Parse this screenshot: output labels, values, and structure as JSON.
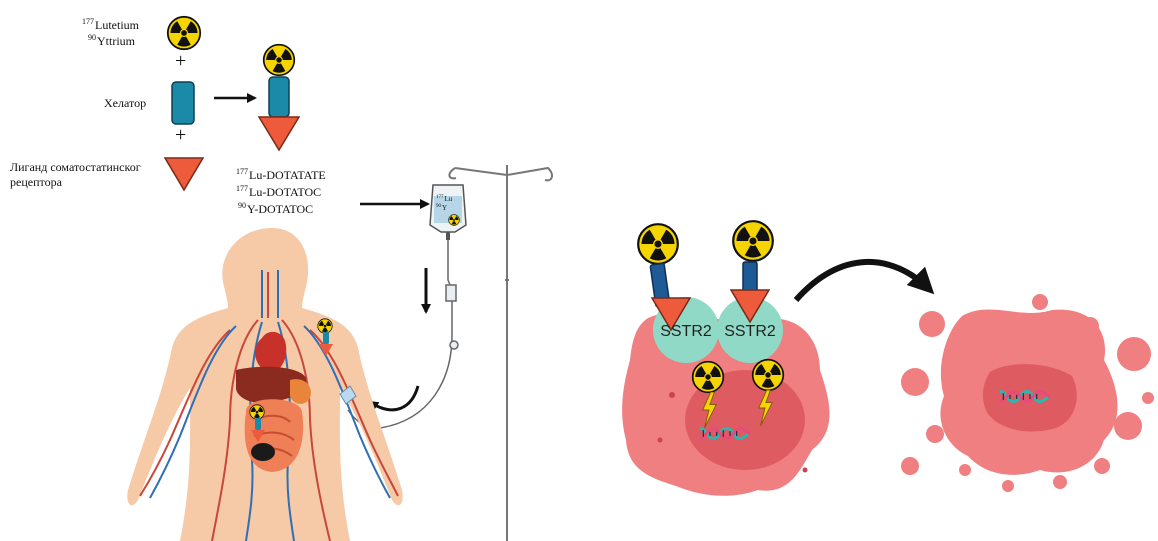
{
  "isotopes": {
    "lu": {
      "sup": "177",
      "name": "Lutetium"
    },
    "y": {
      "sup": "90",
      "name": "Yttrium"
    }
  },
  "plus_sign": "+",
  "chelator_label": "Хелатор",
  "ligand_label": "Лиганд соматостатинског рецептора",
  "drugs": [
    {
      "sup": "177",
      "name": "Lu-DOTATATE"
    },
    {
      "sup": "177",
      "name": "Lu-DOTATOC"
    },
    {
      "sup": "90",
      "name": "Y-DOTATOC"
    }
  ],
  "iv_bag": {
    "sup_lu": "177",
    "lu": "Lu",
    "sup_y": "90",
    "y": "Y"
  },
  "receptor_label": "SSTR2",
  "colors": {
    "radiation_yellow": "#f5d400",
    "chelator_teal": "#1b8aa8",
    "ligand_orange": "#ee5a3c",
    "receptor_mint": "#8fd9c6",
    "tumor_pink": "#ef7f80",
    "tumor_core": "#d94c55",
    "dna_teal": "#2bb7b0",
    "dna_pink": "#e84a7a"
  },
  "icons": [
    "radiation-icon",
    "lightning-icon",
    "dna-icon",
    "heart-icon",
    "arrow-icon"
  ]
}
